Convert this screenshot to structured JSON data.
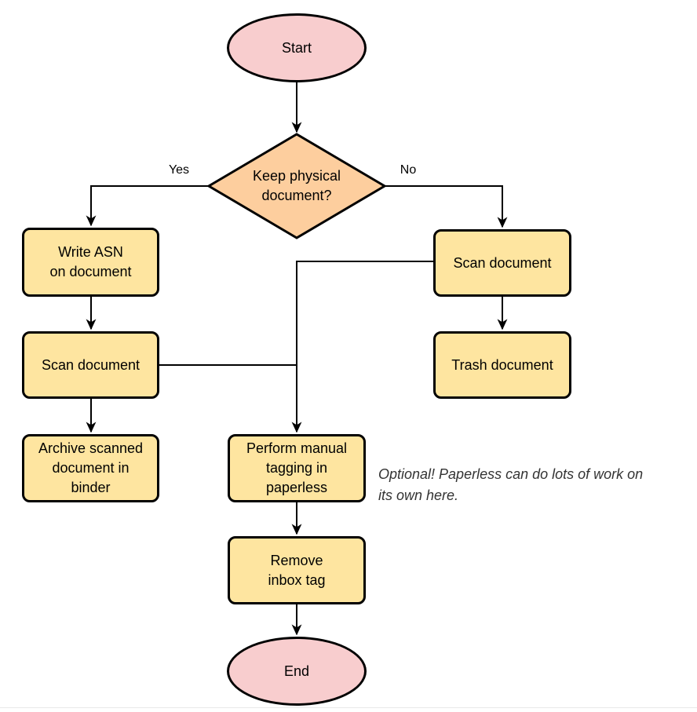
{
  "nodes": {
    "start": {
      "label": "Start"
    },
    "decision": {
      "label": "Keep physical\ndocument?"
    },
    "write_asn": {
      "label": "Write ASN\non document"
    },
    "scan_left": {
      "label": "Scan document"
    },
    "archive": {
      "label": "Archive scanned\ndocument in\nbinder"
    },
    "scan_right": {
      "label": "Scan document"
    },
    "trash": {
      "label": "Trash document"
    },
    "tagging": {
      "label": "Perform manual\ntagging in\npaperless"
    },
    "remove_inbox": {
      "label": "Remove\ninbox tag"
    },
    "end": {
      "label": "End"
    }
  },
  "edge_labels": {
    "yes": "Yes",
    "no": "No"
  },
  "note": "Optional! Paperless can do lots of work on\nits own here.",
  "colors": {
    "terminal-fill": "#f8cdce",
    "decision-fill": "#fdce9e",
    "process-fill": "#fee5a0",
    "stroke": "#000000",
    "note-text": "#333333"
  }
}
